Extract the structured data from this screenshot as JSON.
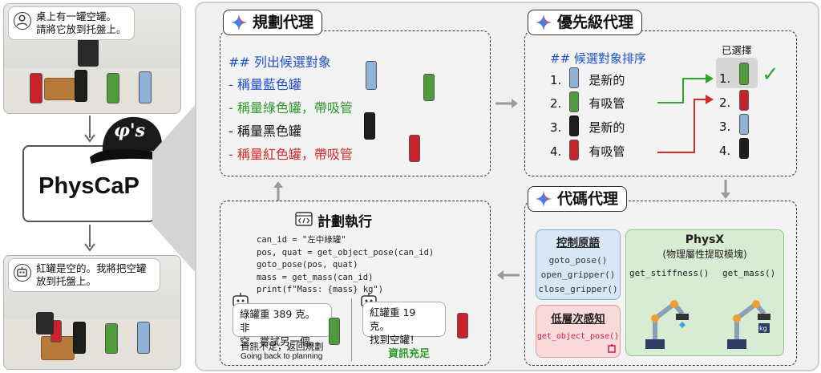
{
  "left": {
    "user_instruction": [
      "桌上有一罐空罐。",
      "請將它放到托盤上。"
    ],
    "robot_reply": [
      "紅罐是空的。我將把空罐",
      "放到托盤上。"
    ],
    "physcap_label": "PhysCaP",
    "cap_logo": "φ's"
  },
  "planning": {
    "title": "規劃代理",
    "heading": "## 列出候選對象",
    "items": [
      {
        "text": "- 稱量藍色罐",
        "color": "#1f4fc7"
      },
      {
        "text": "- 稱量綠色罐，帶吸管",
        "color": "#2b9a2b"
      },
      {
        "text": "- 稱量黑色罐",
        "color": "#111111"
      },
      {
        "text": "- 稱量紅色罐，帶吸管",
        "color": "#d12a2a"
      }
    ]
  },
  "priority": {
    "title": "優先級代理",
    "heading": "## 候選對象排序",
    "selected_label": "已選擇",
    "rows": [
      {
        "num": "1.",
        "text": "是新的"
      },
      {
        "num": "2.",
        "text": "有吸管"
      },
      {
        "num": "3.",
        "text": "是新的"
      },
      {
        "num": "4.",
        "text": "有吸管"
      }
    ],
    "ranked": [
      "1.",
      "2.",
      "3.",
      "4."
    ],
    "checkmark": "✓"
  },
  "code_agent": {
    "title": "代碼代理",
    "control_title": "控制原語",
    "control_items": [
      "goto_pose()",
      "open_gripper()",
      "close_gripper()"
    ],
    "physx_title": "PhysX",
    "physx_subtitle": "(物理屬性提取模塊)",
    "physx_fns": [
      "get_stiffness()",
      "get_mass()"
    ],
    "lowlevel_title": "低層次感知",
    "lowlevel_fn": "get_object_pose()",
    "kg_label": "kg"
  },
  "execution": {
    "title": "計劃執行",
    "code_lines": [
      "can_id = \"左中綠罐\"",
      "pos, quat = get_object_pose(can_id)",
      "goto_pose(pos, quat)",
      "mass = get_mass(can_id)",
      "print(f\"Mass: {mass} kg\")"
    ],
    "bubble_left": [
      "綠罐重 389 克。非",
      "空。嘗試另一個。"
    ],
    "bubble_right": [
      "紅罐重 19 克。",
      "找到空罐！"
    ],
    "insufficient": "資訊不足，返回規劃",
    "going_back": "Going back to planning",
    "sufficient": "資訊充足"
  }
}
